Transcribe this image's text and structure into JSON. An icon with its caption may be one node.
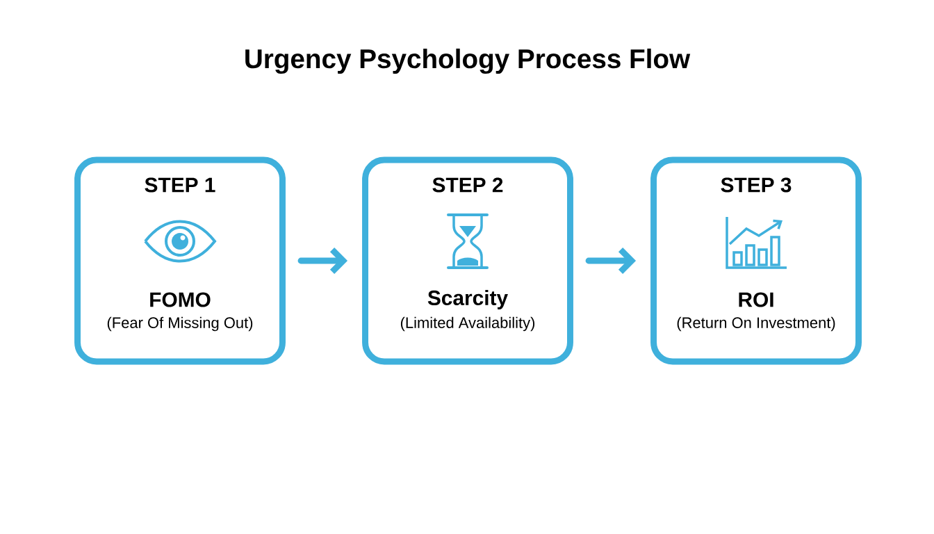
{
  "diagram": {
    "title": "Urgency Psychology Process Flow",
    "nodes": [
      {
        "text": [
          "STEP 1",
          "FOMO",
          "(Fear Of Missing Out)"
        ]
      },
      {
        "text": [
          "STEP 2",
          "Scarcity",
          "(Limited Availability)"
        ]
      },
      {
        "text": [
          "STEP 3",
          "ROI",
          "(Return On Investment)"
        ]
      }
    ],
    "edges": [
      {
        "from": 0,
        "to": 1,
        "arrow": "to"
      },
      {
        "from": 1,
        "to": 2,
        "arrow": "to"
      }
    ]
  }
}
